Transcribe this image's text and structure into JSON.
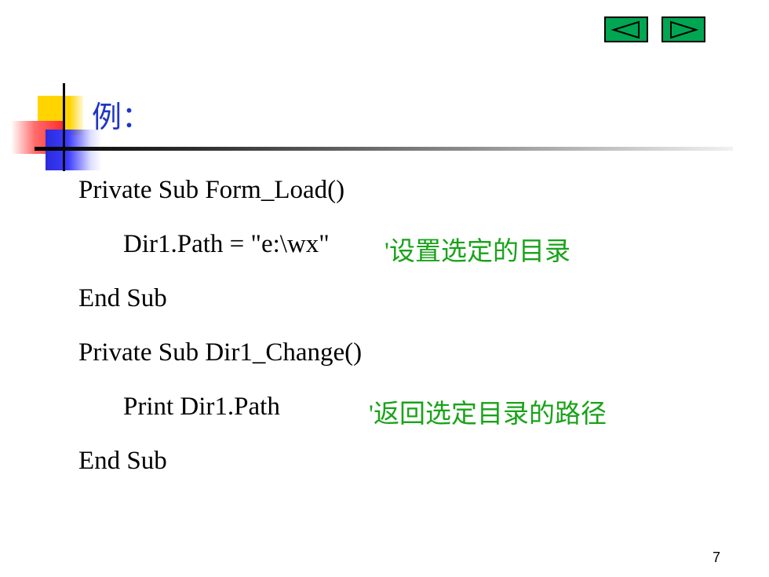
{
  "nav": {
    "prev_icon": "triangle-left-icon",
    "next_icon": "triangle-right-icon"
  },
  "title": "例：",
  "code": {
    "line1": "Private Sub Form_Load()",
    "line2_code": "Dir1.Path = \"e:\\wx\"",
    "line2_comment": "'设置选定的目录",
    "line3": "End Sub",
    "line4": "Private Sub Dir1_Change()",
    "line5_code": "Print Dir1.Path",
    "line5_comment": "'返回选定目录的路径",
    "line6": "End Sub"
  },
  "page_number": "7",
  "colors": {
    "title": "#1f35c8",
    "comment": "#19a319",
    "nav_button": "#00a651"
  }
}
